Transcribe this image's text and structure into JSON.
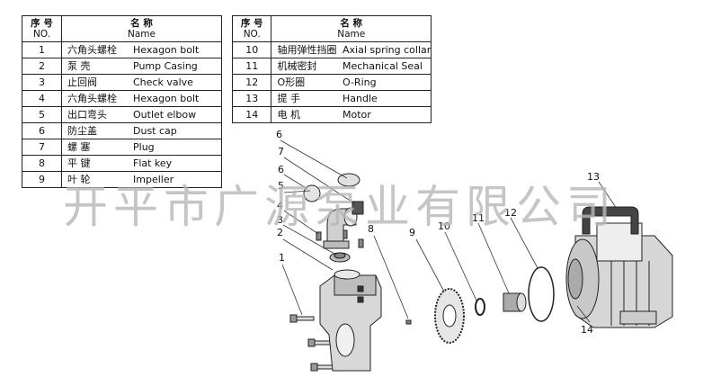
{
  "headers": {
    "no_zh": "序 号",
    "no_en": "NO.",
    "name_zh": "名 称",
    "name_en": "Name"
  },
  "parts_left": [
    {
      "no": "1",
      "zh": "六角头螺栓",
      "en": "Hexagon bolt"
    },
    {
      "no": "2",
      "zh": "泵 壳",
      "en": "Pump Casing"
    },
    {
      "no": "3",
      "zh": "止回阀",
      "en": "Check valve"
    },
    {
      "no": "4",
      "zh": "六角头螺栓",
      "en": "Hexagon bolt"
    },
    {
      "no": "5",
      "zh": "出口弯头",
      "en": "Outlet elbow"
    },
    {
      "no": "6",
      "zh": "防尘盖",
      "en": "Dust cap"
    },
    {
      "no": "7",
      "zh": "螺 塞",
      "en": "Plug"
    },
    {
      "no": "8",
      "zh": "平 键",
      "en": "Flat key"
    },
    {
      "no": "9",
      "zh": "叶 轮",
      "en": "Impeller"
    }
  ],
  "parts_right": [
    {
      "no": "10",
      "zh": "轴用弹性挡圈",
      "en": "Axial spring collar"
    },
    {
      "no": "11",
      "zh": "机械密封",
      "en": "Mechanical Seal"
    },
    {
      "no": "12",
      "zh": "O形圈",
      "en": "O-Ring"
    },
    {
      "no": "13",
      "zh": "提 手",
      "en": "Handle"
    },
    {
      "no": "14",
      "zh": "电 机",
      "en": "Motor"
    }
  ],
  "watermark": "开平市广源泵业有限公司",
  "callouts": [
    "1",
    "2",
    "3",
    "4",
    "5",
    "6",
    "7",
    "6",
    "8",
    "9",
    "10",
    "11",
    "12",
    "13",
    "14"
  ]
}
